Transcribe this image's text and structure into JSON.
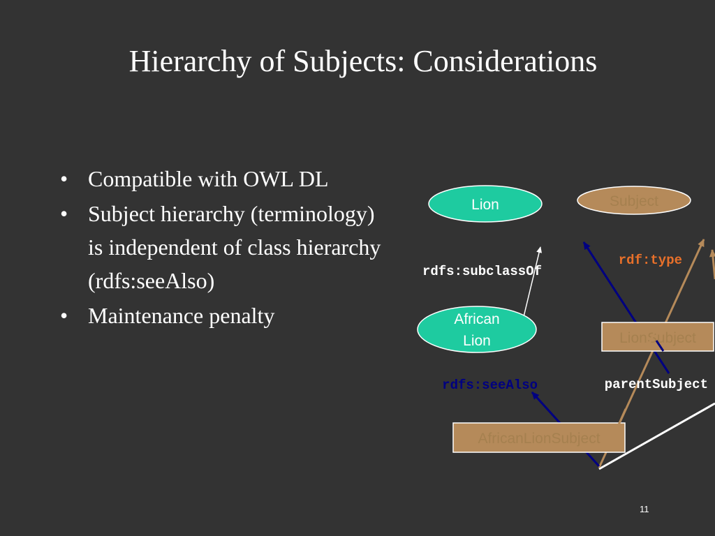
{
  "slide": {
    "title": "Hierarchy of Subjects: Considerations",
    "page_number": "11"
  },
  "bullets": [
    {
      "lines": [
        "Compatible with OWL DL"
      ]
    },
    {
      "lines": [
        "Subject hierarchy (terminology)",
        "is independent of class hierarchy",
        "(rdfs:seeAlso)"
      ]
    },
    {
      "lines": [
        "Maintenance penalty"
      ]
    }
  ],
  "bullet_glyph": "•",
  "diagram": {
    "nodes": {
      "lion": "Lion",
      "african_lion_line1": "African",
      "african_lion_line2": "Lion",
      "subject": "Subject",
      "lion_subject": "LionSubject",
      "african_lion_subject": "AfricanLionSubject"
    },
    "edges": {
      "subclass_of": "rdfs:subclassOf",
      "rdf_type": "rdf:type",
      "see_also": "rdfs:seeAlso",
      "parent_subject": "parentSubject"
    }
  },
  "colors": {
    "background": "#333333",
    "class_node_fill": "#1ecba0",
    "subject_node_fill": "#b58a5a",
    "subject_node_text": "#a5804f",
    "see_also_arrow": "#000080",
    "type_label": "#e8702a",
    "parent_arrow": "#b58a5a"
  }
}
